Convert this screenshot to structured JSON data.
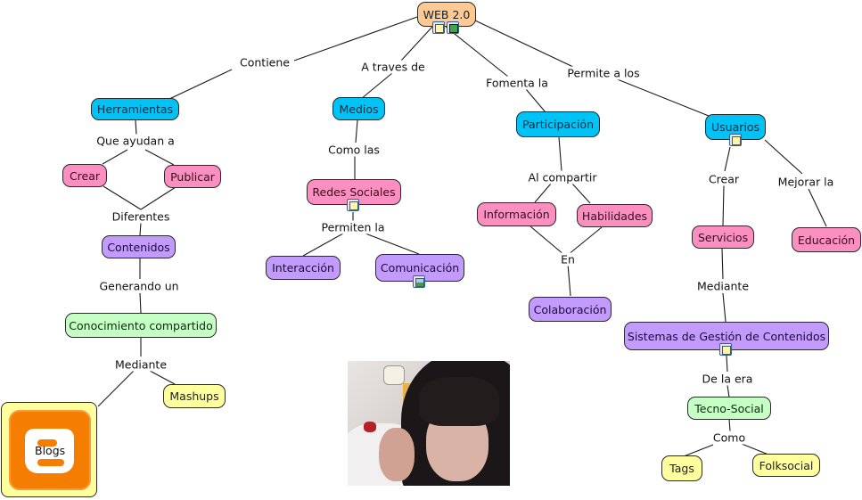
{
  "title": "WEB 2.0",
  "nodes": {
    "web20": "WEB 2.0",
    "herramientas": "Herramientas",
    "crear1": "Crear",
    "publicar": "Publicar",
    "contenidos": "Contenidos",
    "conocimiento": "Conocimiento compartido",
    "mashups": "Mashups",
    "blogs": "Blogs",
    "medios": "Medios",
    "redes": "Redes Sociales",
    "interaccion": "Interacción",
    "comunicacion": "Comunicación",
    "participacion": "Participación",
    "informacion": "Información",
    "habilidades": "Habilidades",
    "colaboracion": "Colaboración",
    "usuarios": "Usuarios",
    "servicios": "Servicios",
    "educacion": "Educación",
    "sgc": "Sistemas de Gestión de Contenidos",
    "tecno": "Tecno-Social",
    "tags": "Tags",
    "folksocial": "Folksocial"
  },
  "links": {
    "contiene": "Contiene",
    "atraves": "A traves de",
    "fomenta": "Fomenta la",
    "permite": "Permite a los",
    "queayudan": "Que ayudan a",
    "diferentes": "Diferentes",
    "generando": "Generando un",
    "mediante1": "Mediante",
    "comolas": "Como las",
    "permiten": "Permiten la",
    "alcompartir": "Al compartir",
    "en": "En",
    "crear2": "Crear",
    "mejorar": "Mejorar la",
    "mediante2": "Mediante",
    "delaera": "De la era",
    "como": "Como"
  },
  "resources": {
    "web20": [
      "image-document-icon",
      "video-icon"
    ],
    "redes": [
      "image-document-icon"
    ],
    "comunicacion": [
      "image-icon"
    ],
    "usuarios": [
      "text-document-icon"
    ],
    "sgc": [
      "image-document-icon"
    ]
  },
  "colors": {
    "root": "#ffc994",
    "level1": "#00c3f5",
    "pink": "#fb8fbf",
    "purple": "#c39bfd",
    "green": "#c6ffc6",
    "yellow": "#ffff9d"
  }
}
